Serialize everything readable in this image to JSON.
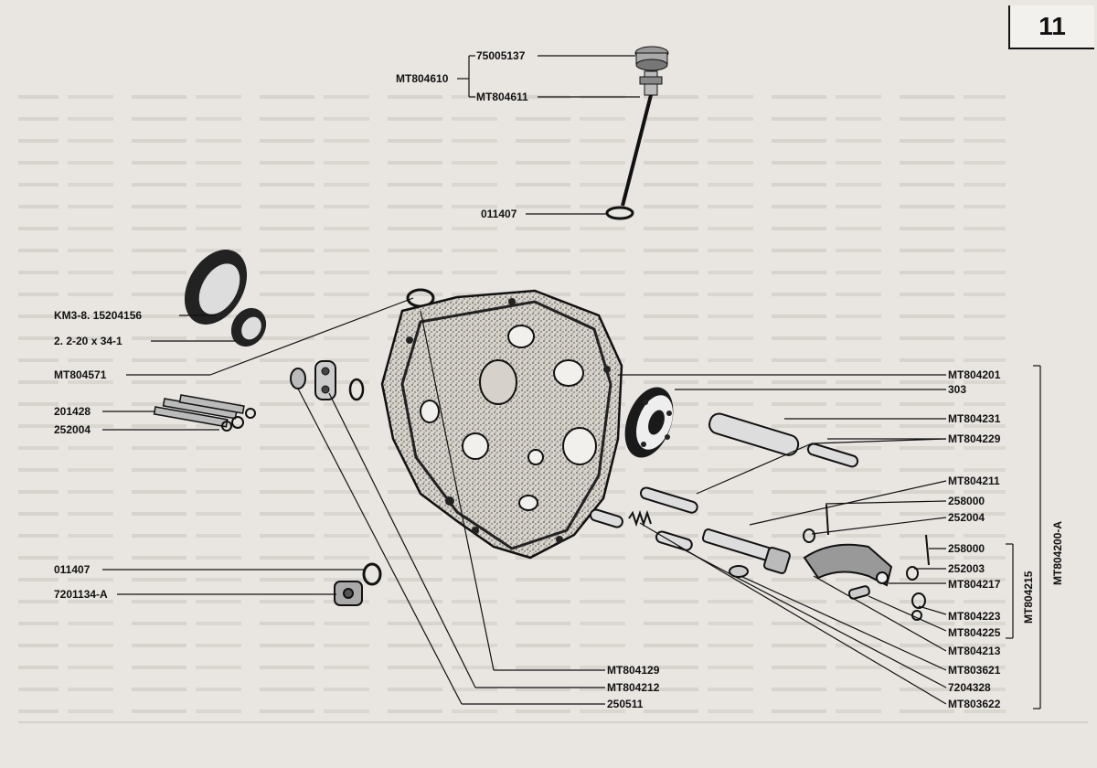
{
  "page_number": "11",
  "group_labels": {
    "assembly": "MT804200-A",
    "subassembly": "MT804215"
  },
  "labels_left": [
    {
      "id": "mt804610",
      "text": "MT804610"
    },
    {
      "id": "km3",
      "text": "KM3-8. 15204156"
    },
    {
      "id": "seal2",
      "text": "2. 2-20 x 34-1"
    },
    {
      "id": "mt804571",
      "text": "MT804571"
    },
    {
      "id": "l201428",
      "text": "201428"
    },
    {
      "id": "l252004a",
      "text": "252004"
    },
    {
      "id": "l011407b",
      "text": "011407"
    },
    {
      "id": "l7201134",
      "text": "7201134-A"
    }
  ],
  "labels_top": [
    {
      "id": "l75005137",
      "text": "75005137"
    },
    {
      "id": "mt804611",
      "text": "MT804611"
    },
    {
      "id": "l011407a",
      "text": "011407"
    }
  ],
  "labels_right": [
    {
      "id": "mt804201",
      "text": "MT804201"
    },
    {
      "id": "l303",
      "text": "303"
    },
    {
      "id": "mt804231",
      "text": "MT804231"
    },
    {
      "id": "mt804229",
      "text": "MT804229"
    },
    {
      "id": "mt804211",
      "text": "MT804211"
    },
    {
      "id": "l258000a",
      "text": "258000"
    },
    {
      "id": "l252004b",
      "text": "252004"
    },
    {
      "id": "l258000b",
      "text": "258000"
    },
    {
      "id": "l252003",
      "text": "252003"
    },
    {
      "id": "mt804217",
      "text": "MT804217"
    },
    {
      "id": "mt804223",
      "text": "MT804223"
    },
    {
      "id": "mt804225",
      "text": "MT804225"
    },
    {
      "id": "mt804213",
      "text": "MT804213"
    },
    {
      "id": "mt803621",
      "text": "MT803621"
    },
    {
      "id": "l7204328",
      "text": "7204328"
    },
    {
      "id": "mt803622",
      "text": "MT803622"
    }
  ],
  "labels_bottom": [
    {
      "id": "mt804129",
      "text": "MT804129"
    },
    {
      "id": "mt804212",
      "text": "MT804212"
    },
    {
      "id": "l250511",
      "text": "250511"
    }
  ]
}
